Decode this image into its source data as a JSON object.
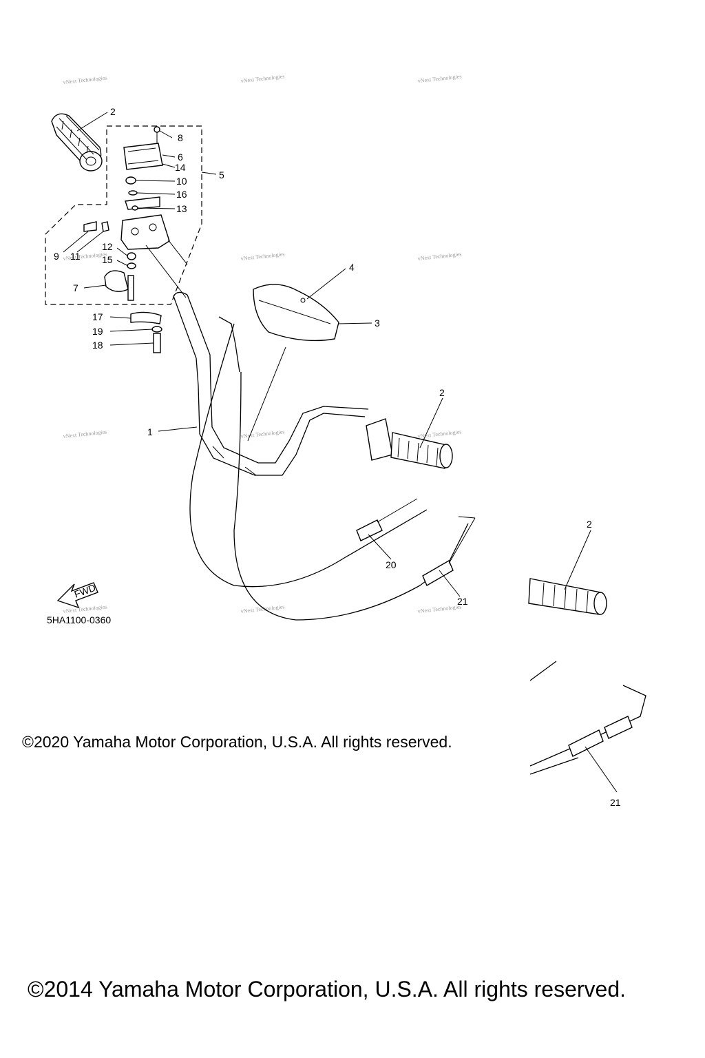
{
  "diagram": {
    "callouts": [
      {
        "id": "c2a",
        "text": "2"
      },
      {
        "id": "c8",
        "text": "8"
      },
      {
        "id": "c6",
        "text": "6"
      },
      {
        "id": "c14",
        "text": "14"
      },
      {
        "id": "c5",
        "text": "5"
      },
      {
        "id": "c10",
        "text": "10"
      },
      {
        "id": "c16",
        "text": "16"
      },
      {
        "id": "c13",
        "text": "13"
      },
      {
        "id": "c9",
        "text": "9"
      },
      {
        "id": "c11",
        "text": "11"
      },
      {
        "id": "c12",
        "text": "12"
      },
      {
        "id": "c15",
        "text": "15"
      },
      {
        "id": "c7",
        "text": "7"
      },
      {
        "id": "c17",
        "text": "17"
      },
      {
        "id": "c19",
        "text": "19"
      },
      {
        "id": "c18",
        "text": "18"
      },
      {
        "id": "c4",
        "text": "4"
      },
      {
        "id": "c3",
        "text": "3"
      },
      {
        "id": "c1",
        "text": "1"
      },
      {
        "id": "c2b",
        "text": "2"
      },
      {
        "id": "c20",
        "text": "20"
      },
      {
        "id": "c21a",
        "text": "21"
      },
      {
        "id": "c2c",
        "text": "2"
      },
      {
        "id": "c21b",
        "text": "21"
      }
    ],
    "fwd_label": "FWD",
    "drawing_code": "5HA1100-0360",
    "watermark_text": "vNext Technologies"
  },
  "copyright_2020": "©2020 Yamaha Motor Corporation, U.S.A. All rights reserved.",
  "copyright_2014": "©2014 Yamaha Motor Corporation, U.S.A. All rights reserved."
}
